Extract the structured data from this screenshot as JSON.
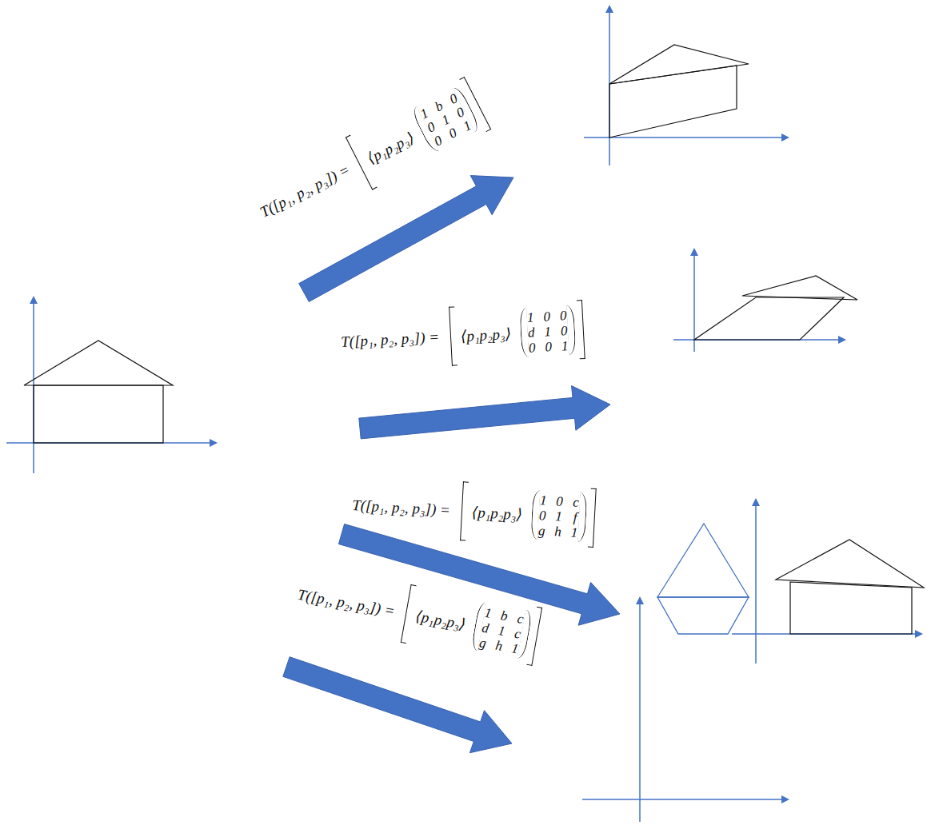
{
  "diagram": {
    "labels": [
      "T([p₁, p₂, p₃]) =",
      "⟨p₁p₂p₃⟩",
      "1",
      "b",
      "0",
      "0",
      "1",
      "0",
      "0",
      "0",
      "1",
      "T([p₁, p₂, p₃]) =",
      "⟨p₁p₂p₃⟩",
      "1",
      "0",
      "0",
      "d",
      "1",
      "0",
      "0",
      "0",
      "1",
      "T([p₁, p₂, p₃]) =",
      "⟨p₁p₂p₃⟩",
      "1",
      "0",
      "c",
      "0",
      "1",
      "f",
      "g",
      "h",
      "1",
      "T([p₁, p₂, p₃]) =",
      "⟨p₁p₂p₃⟩",
      "1",
      "b",
      "c",
      "d",
      "1",
      "c",
      "g",
      "h",
      "1"
    ]
  }
}
